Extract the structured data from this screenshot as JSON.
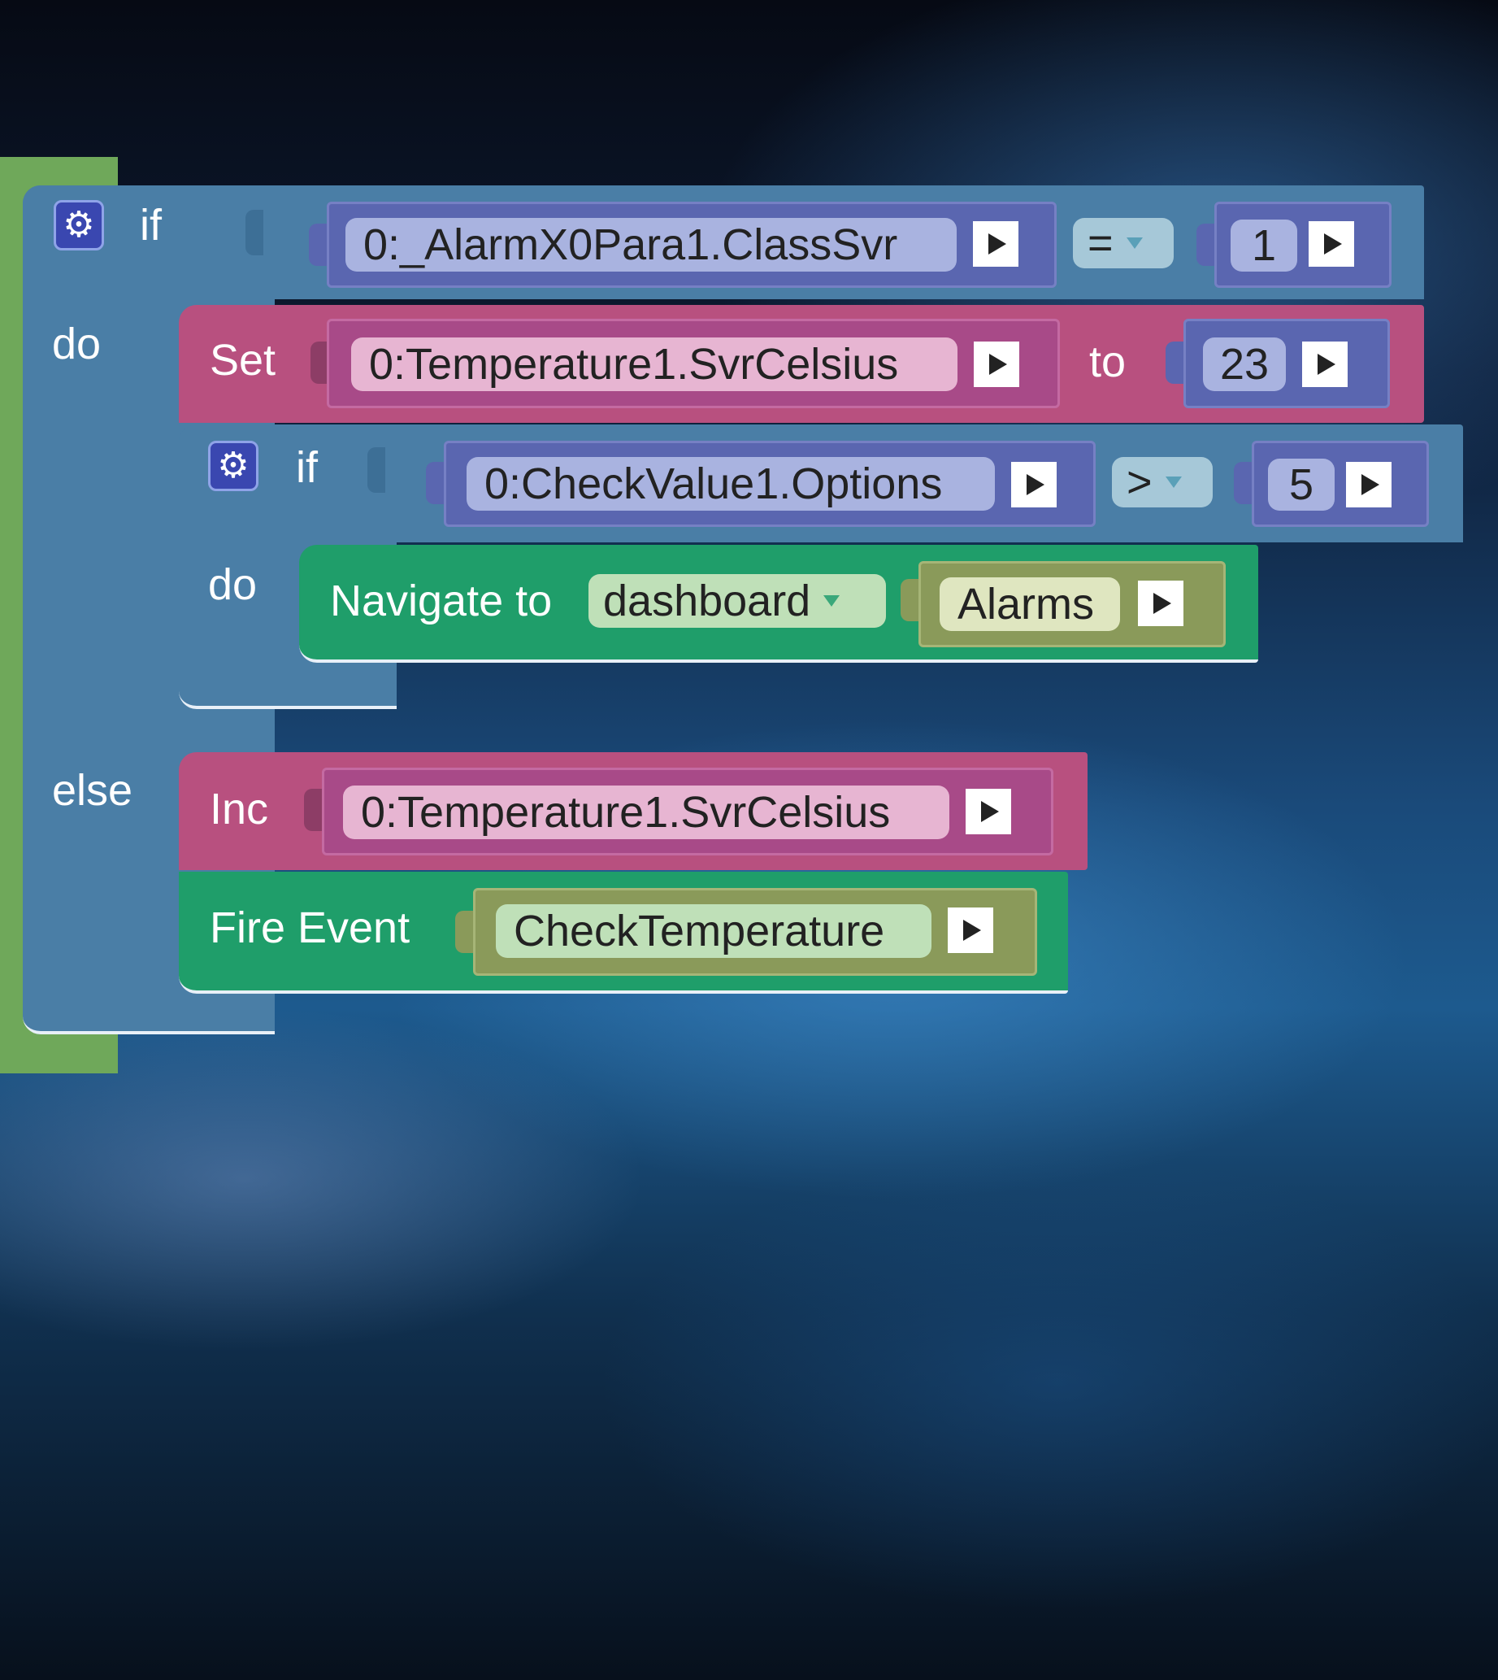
{
  "outer_if": {
    "if_label": "if",
    "do_label": "do",
    "else_label": "else",
    "condition": {
      "variable": "0:_AlarmX0Para1.ClassSvr",
      "operator": "=",
      "value": "1"
    }
  },
  "set_block": {
    "label": "Set",
    "variable": "0:Temperature1.SvrCelsius",
    "to_label": "to",
    "value": "23"
  },
  "inner_if": {
    "if_label": "if",
    "do_label": "do",
    "condition": {
      "variable": "0:CheckValue1.Options",
      "operator": ">",
      "value": "5"
    }
  },
  "navigate_block": {
    "label": "Navigate to",
    "target_type": "dashboard",
    "target": "Alarms"
  },
  "inc_block": {
    "label": "Inc",
    "variable": "0:Temperature1.SvrCelsius"
  },
  "fire_event_block": {
    "label": "Fire Event",
    "event": "CheckTemperature"
  },
  "icons": {
    "gear": "gear-icon",
    "arrow": "play-arrow-icon",
    "dropdown": "dropdown-triangle-icon"
  },
  "colors": {
    "control_block": "#4a7ea6",
    "set_block": "#b8507f",
    "navigate_block": "#1f9e6a",
    "variable_block": "#5a66b0",
    "variable_field": "#a9b3e0",
    "pink_field": "#e7b5d2",
    "olive_block": "#8a9a5a",
    "green_field": "#bfe0b8",
    "program_rail": "#6fa85a"
  }
}
